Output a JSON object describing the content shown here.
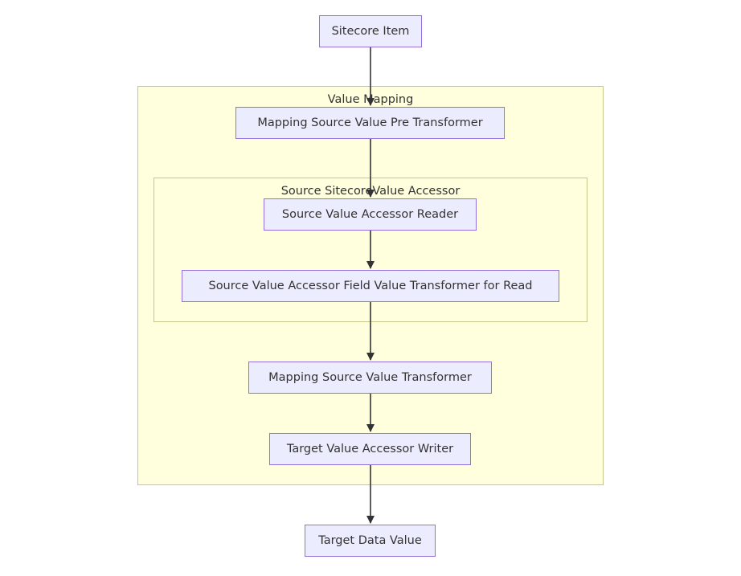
{
  "clusters": {
    "value_mapping": "Value Mapping",
    "source_accessor": "Source SitecoreValue Accessor"
  },
  "nodes": {
    "sitecore_item": "Sitecore Item",
    "pre_transformer": "Mapping Source Value Pre Transformer",
    "accessor_reader": "Source Value Accessor Reader",
    "field_value_transformer": "Source Value Accessor Field Value Transformer for Read",
    "source_value_transformer": "Mapping Source Value Transformer",
    "target_writer": "Target Value Accessor Writer",
    "target_data_value": "Target Data Value"
  },
  "colors": {
    "node_fill": "#ececff",
    "node_border": "#9370db",
    "cluster_fill": "#ffffde",
    "cluster_border": "#c6c78d",
    "edge": "#333333"
  }
}
